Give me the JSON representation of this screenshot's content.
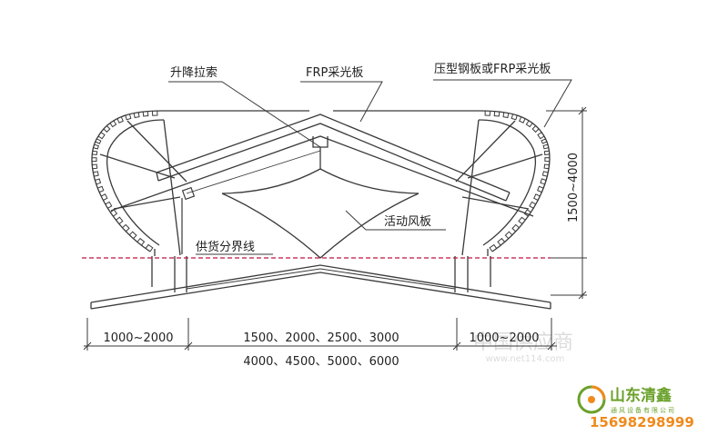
{
  "labels": {
    "lift_cable": "升降拉索",
    "frp_panel": "FRP采光板",
    "steel_or_frp_panel": "压型钢板或FRP采光板",
    "damper": "活动风板",
    "supply_line": "供货分界线"
  },
  "dimensions": {
    "height_range": "1500~4000",
    "left_width": "1000~2000",
    "right_width": "1000~2000",
    "throat_widths_row1": "1500、2000、2500、3000",
    "throat_widths_row2": "4000、4500、5000、6000"
  },
  "watermark": {
    "text1": "中国供应商",
    "text2": "www.net114.com"
  },
  "brand": {
    "name": "山东清鑫",
    "subtitle": "通风设备有限公司",
    "phone": "15698298999"
  },
  "colors": {
    "line": "#3a3a3a",
    "supply_line": "#c0143c",
    "brand_green": "#6aa12a",
    "brand_orange": "#f08a1c",
    "watermark": "#d9d9d9"
  }
}
